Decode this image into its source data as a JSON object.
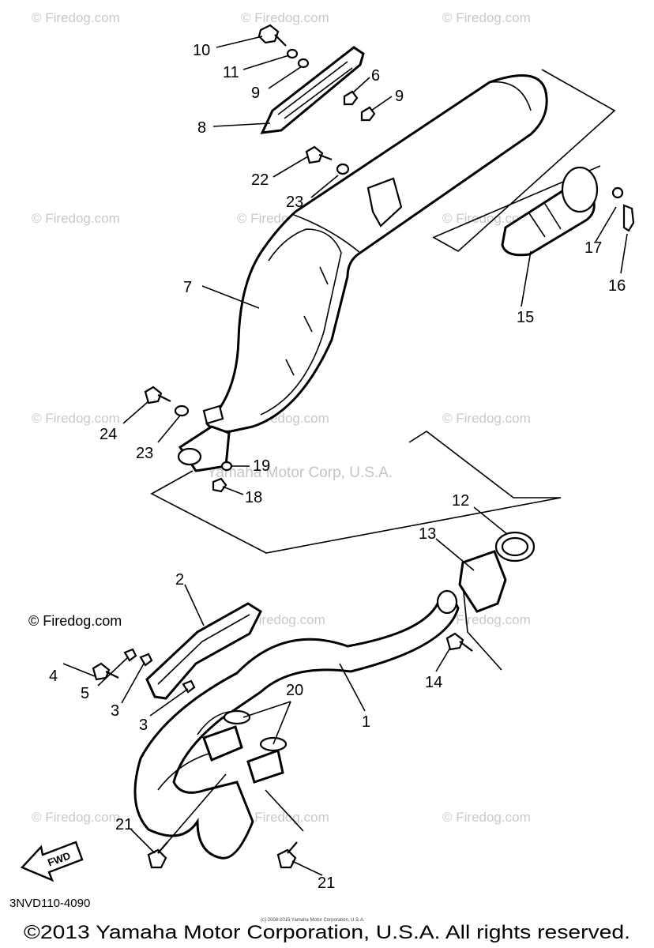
{
  "watermarks": {
    "site": "© Firedog.com",
    "center": "Yamaha Motor Corp, U.S.A."
  },
  "callouts": {
    "c1": "1",
    "c2": "2",
    "c3a": "3",
    "c3b": "3",
    "c4": "4",
    "c5": "5",
    "c6": "6",
    "c7": "7",
    "c8": "8",
    "c9a": "9",
    "c9b": "9",
    "c10": "10",
    "c11": "11",
    "c12": "12",
    "c13": "13",
    "c14": "14",
    "c15": "15",
    "c16": "16",
    "c17": "17",
    "c18": "18",
    "c19": "19",
    "c20": "20",
    "c21a": "21",
    "c21b": "21",
    "c22": "22",
    "c23a": "23",
    "c23b": "23",
    "c24": "24"
  },
  "fwd_label": "FWD",
  "diagram_code": "3NVD110-4090",
  "small_print": "(c) 2008-2015 Yamaha Motor Corporation, U.S.A.",
  "copyright": "©2013 Yamaha Motor Corporation, U.S.A. All rights reserved."
}
